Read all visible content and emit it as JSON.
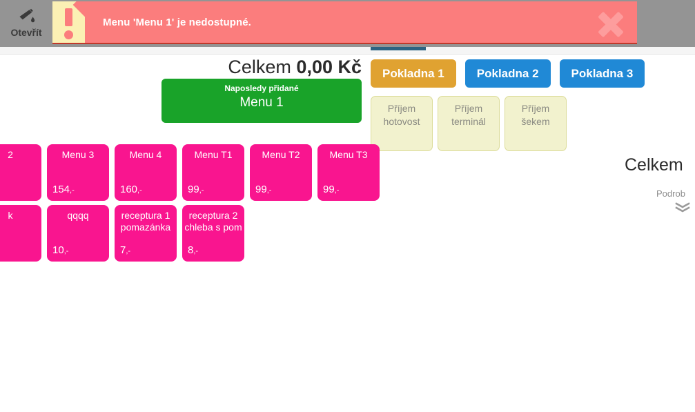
{
  "topbar": {
    "open_button": {
      "label": "Otevřít",
      "icon": "bottle-dropper-icon"
    },
    "alert": {
      "icon": "exclamation-icon",
      "message": "Menu 'Menu 1' je nedostupné.",
      "close_icon": "close-icon",
      "background_color": "#fb7d7d",
      "icon_panel_color": "#fbf0b4"
    }
  },
  "progress": {
    "fill_color": "#2c6382",
    "track_color": "#f5f5f5"
  },
  "total": {
    "label": "Celkem",
    "amount": "0,00 Kč"
  },
  "last_added": {
    "caption": "Naposledy přidané",
    "item": "Menu 1",
    "color": "#19a329"
  },
  "registers": {
    "active_color": "#e0a231",
    "idle_color": "#2089d6",
    "items": [
      {
        "label": "Pokladna 1",
        "active": true
      },
      {
        "label": "Pokladna 2",
        "active": false
      },
      {
        "label": "Pokladna 3",
        "active": false
      }
    ]
  },
  "payments": {
    "color": "#f2f2ce",
    "items": [
      {
        "line1": "Příjem",
        "line2": "hotovost"
      },
      {
        "line1": "Příjem",
        "line2": "terminál"
      },
      {
        "line1": "Příjem",
        "line2": "šekem"
      }
    ]
  },
  "tiles": {
    "color": "#f9158f",
    "rows": [
      [
        {
          "name": "2",
          "price": "",
          "clipped": true
        },
        {
          "name": "Menu 3",
          "price": "154",
          "suffix": ",-"
        },
        {
          "name": "Menu 4",
          "price": "160",
          "suffix": ",-"
        },
        {
          "name": "Menu T1",
          "price": "99",
          "suffix": ",-"
        },
        {
          "name": "Menu T2",
          "price": "99",
          "suffix": ",-"
        },
        {
          "name": "Menu T3",
          "price": "99",
          "suffix": ",-"
        }
      ],
      [
        {
          "name": "k",
          "price": "",
          "clipped": true
        },
        {
          "name": "qqqq",
          "price": "10",
          "suffix": ",-"
        },
        {
          "name": "receptura 1 pomazánka",
          "price": "7",
          "suffix": ",-"
        },
        {
          "name": "receptura 2 chleba s pom",
          "price": "8",
          "suffix": ",-"
        }
      ]
    ]
  },
  "right_panel": {
    "total_label": "Celkem",
    "detail_label": "Podrob",
    "chevron_icon": "double-chevron-icon"
  }
}
